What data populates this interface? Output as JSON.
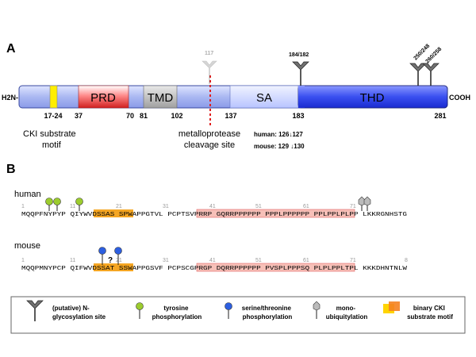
{
  "panelA": {
    "label": "A",
    "n_term": "H2N-",
    "c_term": "COOH",
    "domains": [
      {
        "name": "PRD",
        "start": 37,
        "end": 70,
        "color": "#e83a3a"
      },
      {
        "name": "TMD",
        "start": 81,
        "end": 102,
        "color": "#b0b0b0"
      },
      {
        "name": "SA",
        "start": 137,
        "end": 183,
        "color": "#c8d2ff"
      },
      {
        "name": "THD",
        "start": 183,
        "end": 281,
        "color": "#2a3fe0"
      }
    ],
    "ticks": [
      "17-24",
      "37",
      "70",
      "81",
      "102",
      "137",
      "183",
      "281"
    ],
    "cki_label_line1": "CKI substrate",
    "cki_label_line2": "motif",
    "cleavage_line1": "metalloprotease",
    "cleavage_line2": "cleavage site",
    "human_cleave": "human: 126↓127",
    "mouse_cleave": "mouse:  129 ↓130",
    "glyco_labels": [
      "117",
      "184/182",
      "250/248",
      "260/258"
    ]
  },
  "panelB": {
    "label": "B",
    "human": {
      "species": "human",
      "sequence": "MQQPFNYPYP QIYWVDSSAS SPWAPPGTVL PCPTSVPRRP GQRRPPPPPP PPPLPPPPPP PPLPPLPLPP LKKRGNHSTG",
      "numbers": [
        "1",
        "11",
        "21",
        "31",
        "41",
        "51",
        "61",
        "71"
      ]
    },
    "mouse": {
      "species": "mouse",
      "sequence": "MQQPMNYPCP QIFWVDSSAT SSWAPPGSVF PCPSCGPRGP DQRRPPPPPP PVSPLPPPSQ PLPLPPLTPL KKKDHNTNLW",
      "numbers": [
        "1",
        "11",
        "21",
        "31",
        "41",
        "51",
        "61",
        "71",
        "8"
      ],
      "question_mark": "?"
    }
  },
  "legend": {
    "glyco": "(putative) N-\nglycosylation site",
    "tyrosine": "tyrosine\nphosphorylation",
    "serthr": "serine/threonine\nphosphorylation",
    "ubiq": "mono-\nubiquitylation",
    "cki": "binary CKI\nsubstrate motif"
  },
  "colors": {
    "bar_light": "#aab8f2",
    "tyrosine": "#9ccc2e",
    "serthr": "#2d5fe0",
    "cleavage": "#e02020",
    "cki_yellow": "#ffee00",
    "highlight_orange": "#f5a623",
    "highlight_pink": "#f7c0b8"
  }
}
